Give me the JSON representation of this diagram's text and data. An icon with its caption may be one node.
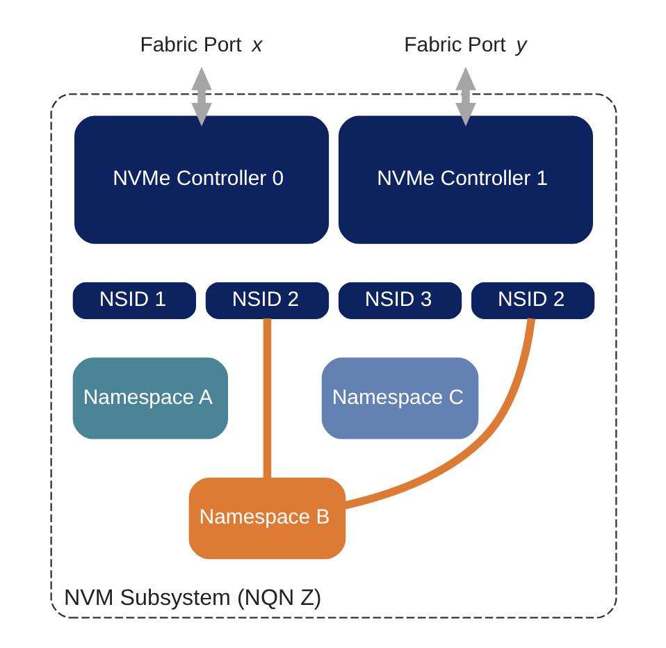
{
  "diagram": {
    "nodes": [
      {
        "text": [
          "Fabric Port *x*"
        ]
      },
      {
        "text": [
          "Fabric Port *y*"
        ]
      },
      {
        "text": [
          "NVM Subsystem (NQN Z)"
        ]
      },
      {
        "text": [
          "NVMe Controller 0"
        ],
        "in": 2
      },
      {
        "text": [
          "NVMe Controller 1"
        ],
        "in": 2
      },
      {
        "text": [
          "NSID 1"
        ],
        "in": 2
      },
      {
        "text": [
          "NSID 2"
        ],
        "in": 2
      },
      {
        "text": [
          "NSID 3"
        ],
        "in": 2
      },
      {
        "text": [
          "NSID 2"
        ],
        "in": 2
      },
      {
        "text": [
          "Namespace A"
        ],
        "in": 2
      },
      {
        "text": [
          "Namespace C"
        ],
        "in": 2
      },
      {
        "text": [
          "Namespace B"
        ],
        "in": 2
      }
    ],
    "edges": [
      {
        "from": 0,
        "to": 3,
        "arrow": "both"
      },
      {
        "from": 1,
        "to": 4,
        "arrow": "both"
      },
      {
        "from": 6,
        "to": 11,
        "arrow": "none",
        "color": "#dd7a33"
      },
      {
        "from": 8,
        "to": 11,
        "arrow": "none",
        "color": "#dd7a33"
      }
    ]
  }
}
